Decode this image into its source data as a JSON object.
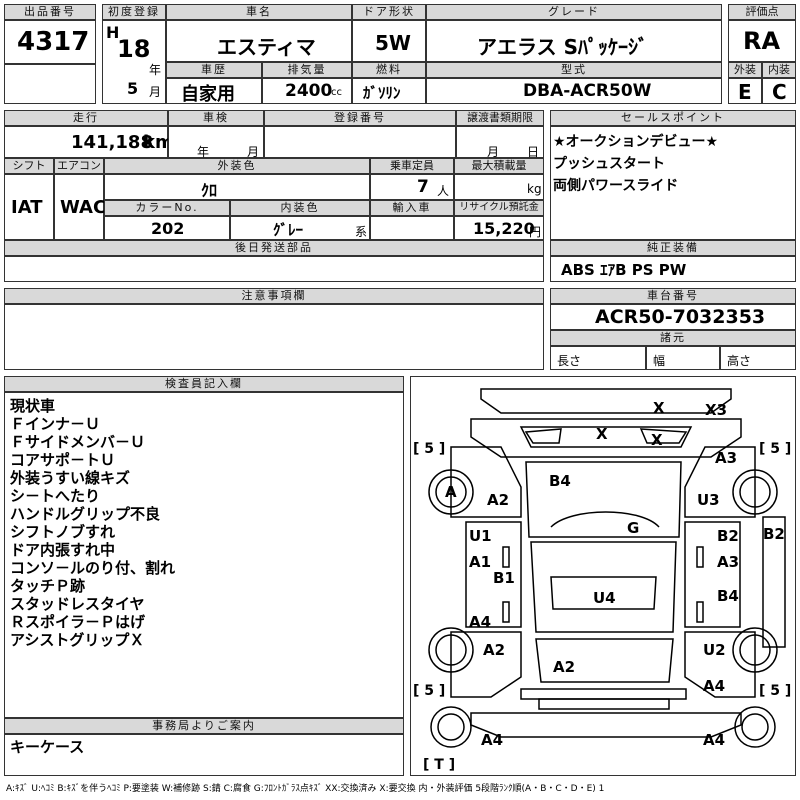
{
  "lot": {
    "label": "出品番号",
    "value": "4317"
  },
  "first_reg": {
    "label": "初度登録",
    "era": "H",
    "year": "18",
    "year_unit": "年",
    "month": "5",
    "month_unit": "月"
  },
  "car_name": {
    "label": "車名",
    "value": "エスティマ"
  },
  "door": {
    "label": "ドア形状",
    "value": "5W"
  },
  "grade": {
    "label": "グレード",
    "value": "アエラス Sﾊﾟｯｹｰｼﾞ"
  },
  "score": {
    "label": "評価点",
    "value": "RA"
  },
  "history": {
    "label": "車歴",
    "value": "自家用"
  },
  "displacement": {
    "label": "排気量",
    "value": "2400",
    "unit": "cc"
  },
  "fuel": {
    "label": "燃料",
    "value": "ｶﾞｿﾘﾝ"
  },
  "model": {
    "label": "型式",
    "value": "DBA-ACR50W"
  },
  "exterior_score": {
    "label": "外装",
    "value": "E"
  },
  "interior_score": {
    "label": "内装",
    "value": "C"
  },
  "mileage": {
    "label": "走行",
    "value": "141,188",
    "unit": "km"
  },
  "shaken": {
    "label": "車検",
    "year_unit": "年",
    "month_unit": "月"
  },
  "reg_no": {
    "label": "登録番号"
  },
  "transfer": {
    "label": "譲渡書類期限",
    "month_unit": "月",
    "day_unit": "日"
  },
  "shift": {
    "label": "シフト",
    "value": "IAT"
  },
  "aircon": {
    "label": "エアコン",
    "value": "WAC"
  },
  "ext_color": {
    "label": "外装色",
    "value": "ｸﾛ"
  },
  "capacity": {
    "label": "乗車定員",
    "value": "7",
    "unit": "人"
  },
  "max_load": {
    "label": "最大積載量",
    "unit": "kg"
  },
  "color_no": {
    "label": "カラーNo.",
    "value": "202"
  },
  "int_color": {
    "label": "内装色",
    "value": "ｸﾞﾚｰ",
    "suffix": "系"
  },
  "import": {
    "label": "輸入車"
  },
  "recycle": {
    "label": "リサイクル預託金",
    "value": "15,220",
    "unit": "円"
  },
  "later_parts": {
    "label": "後日発送部品"
  },
  "selling_points": {
    "label": "セールスポイント",
    "lines": [
      "★オークションデビュー★",
      "プッシュスタート",
      "両側パワースライド"
    ]
  },
  "equipment": {
    "label": "純正装備",
    "value": "ABS ｴｱB PS PW"
  },
  "caution": {
    "label": "注意事項欄"
  },
  "chassis": {
    "label": "車台番号",
    "value": "ACR50-7032353"
  },
  "dims": {
    "label": "諸元",
    "length": "長さ",
    "width": "幅",
    "height": "高さ"
  },
  "inspector": {
    "label": "検査員記入欄",
    "lines": [
      "現状車",
      "Ｆインナ－Ｕ",
      "Ｆサイドメンバ－Ｕ",
      "コアサポ－トＵ",
      "外装うすい線キズ",
      "シ－トへたり",
      "ハンドルグリップ不良",
      "シフトノブすれ",
      "ドア内張すれ中",
      "コンソ－ルのり付、割れ",
      "タッチＰ跡",
      "スタッドレスタイヤ",
      "Ｒスポイラ－Ｐはげ",
      "アシストグリップＸ"
    ]
  },
  "office": {
    "label": "事務局よりご案内",
    "value": "キーケース"
  },
  "diagram_codes": [
    "X",
    "X3",
    "X",
    "X",
    "A3",
    "B4",
    "A",
    "A2",
    "U3",
    "G",
    "U1",
    "B2",
    "B2",
    "A1",
    "A3",
    "B1",
    "U4",
    "B4",
    "A4",
    "A2",
    "U2",
    "A2",
    "A4",
    "A4",
    "A4"
  ],
  "tread": [
    "[ 5 ]",
    "[ 5 ]",
    "[ 5 ]",
    "[ 5 ]",
    "[ T ]"
  ],
  "legend": "A:ｷｽﾞ U:ﾍｺﾐ B:ｷｽﾞを伴うﾍｺﾐ P:要塗装 W:補修跡 S:錆 C:腐食 G:ﾌﾛﾝﾄｶﾞﾗｽ点ｷｽﾞ XX:交換済み X:要交換 内・外装評価 5段階ﾗﾝｸ順(A・B・C・D・E) 1"
}
